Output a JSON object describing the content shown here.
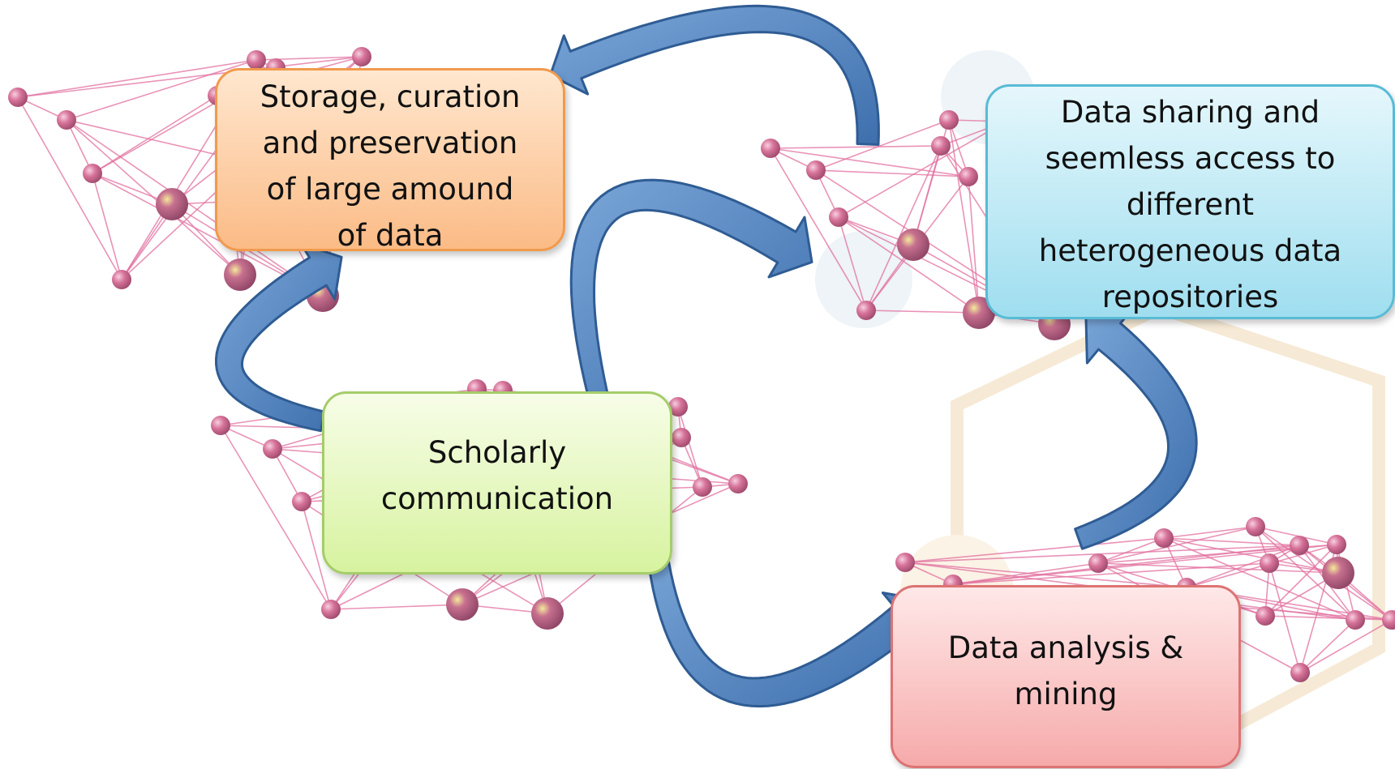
{
  "nodes": {
    "storage": "Storage, curation\nand preservation\nof large amound\nof data",
    "sharing": "Data sharing and\nseemless access to\ndifferent\nheterogeneous data\nrepositories",
    "scholarly": "Scholarly\ncommunication",
    "analysis": "Data analysis &\nmining"
  },
  "colors": {
    "arrow": "#4f81bd",
    "storage": "#fbc08e",
    "sharing": "#a4e0f0",
    "scholarly": "#dcf3a9",
    "analysis": "#f7b0b0",
    "network": "#e26f9f"
  }
}
